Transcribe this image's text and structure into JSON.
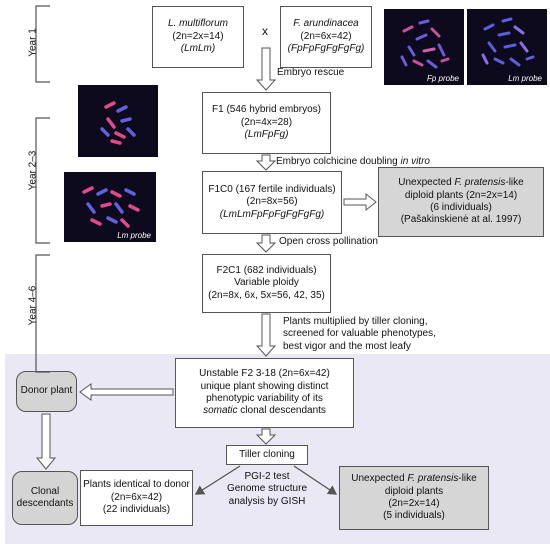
{
  "years": [
    "Year 1",
    "Year 2–3",
    "Year 4–6"
  ],
  "parents": {
    "left": {
      "name": "L. multiflorum",
      "ploidy": "(2n=2x=14)",
      "genome": "(LmLm)"
    },
    "cross": "x",
    "right": {
      "name": "F. arundinacea",
      "ploidy": "(2n=6x=42)",
      "genome": "(FpFpFgFgFgFg)"
    }
  },
  "probes": {
    "fp": "Fp probe",
    "lm": "Lm probe"
  },
  "steps": {
    "embryo_rescue": "Embryo rescue",
    "colchicine": {
      "prefix": "Embryo colchicine doubling ",
      "italic": "in vitro"
    },
    "open_cross": "Open cross pollination",
    "multiplied": [
      "Plants multiplied by tiller cloning,",
      "screened for valuable phenotypes,",
      "best vigor and the most leafy"
    ],
    "pgi": [
      "PGI-2 test",
      "Genome structure",
      "analysis by GISH"
    ]
  },
  "f1": {
    "title": "F1 (546 hybrid embryos)",
    "ploidy": "(2n=4x=28)",
    "genome": "(LmFpFg)"
  },
  "f1c0": {
    "title": "F1C0 (167 fertile individuals)",
    "ploidy": "(2n=8x=56)",
    "genome": "(LmLmFpFpFgFgFgFg)"
  },
  "unexpected1": {
    "prefix": "Unexpected ",
    "species": "F. pratensis",
    "suffix": "-like",
    "line2": "diploid plants (2n=2x=14)",
    "line3": "(6 individuals)",
    "line4": "(Pašakinskienė at al. 1997)"
  },
  "f2c1": {
    "title": "F2C1 (682 individuals)",
    "line2": "Variable ploidy",
    "line3": "(2n=8x, 6x, 5x=56, 42, 35)"
  },
  "unstable": {
    "line1": "Unstable F2 3-18 (2n=6x=42)",
    "line2": "unique plant showing distinct",
    "line3": "phenotypic variability of its",
    "italic": "somatic",
    "line4_rest": " clonal descendants"
  },
  "tiller": "Tiller cloning",
  "identical": {
    "line1": "Plants identical to donor",
    "line2": "(2n=6x=42)",
    "line3": "(22 individuals)"
  },
  "unexpected2": {
    "prefix": "Unexpected ",
    "species": "F. pratensis",
    "suffix": "-like",
    "line2": "diploid plants",
    "line3": "(2n=2x=14)",
    "line4": "(5 individuals)"
  },
  "donor": "Donor plant",
  "clonal": [
    "Clonal",
    "descendants"
  ]
}
